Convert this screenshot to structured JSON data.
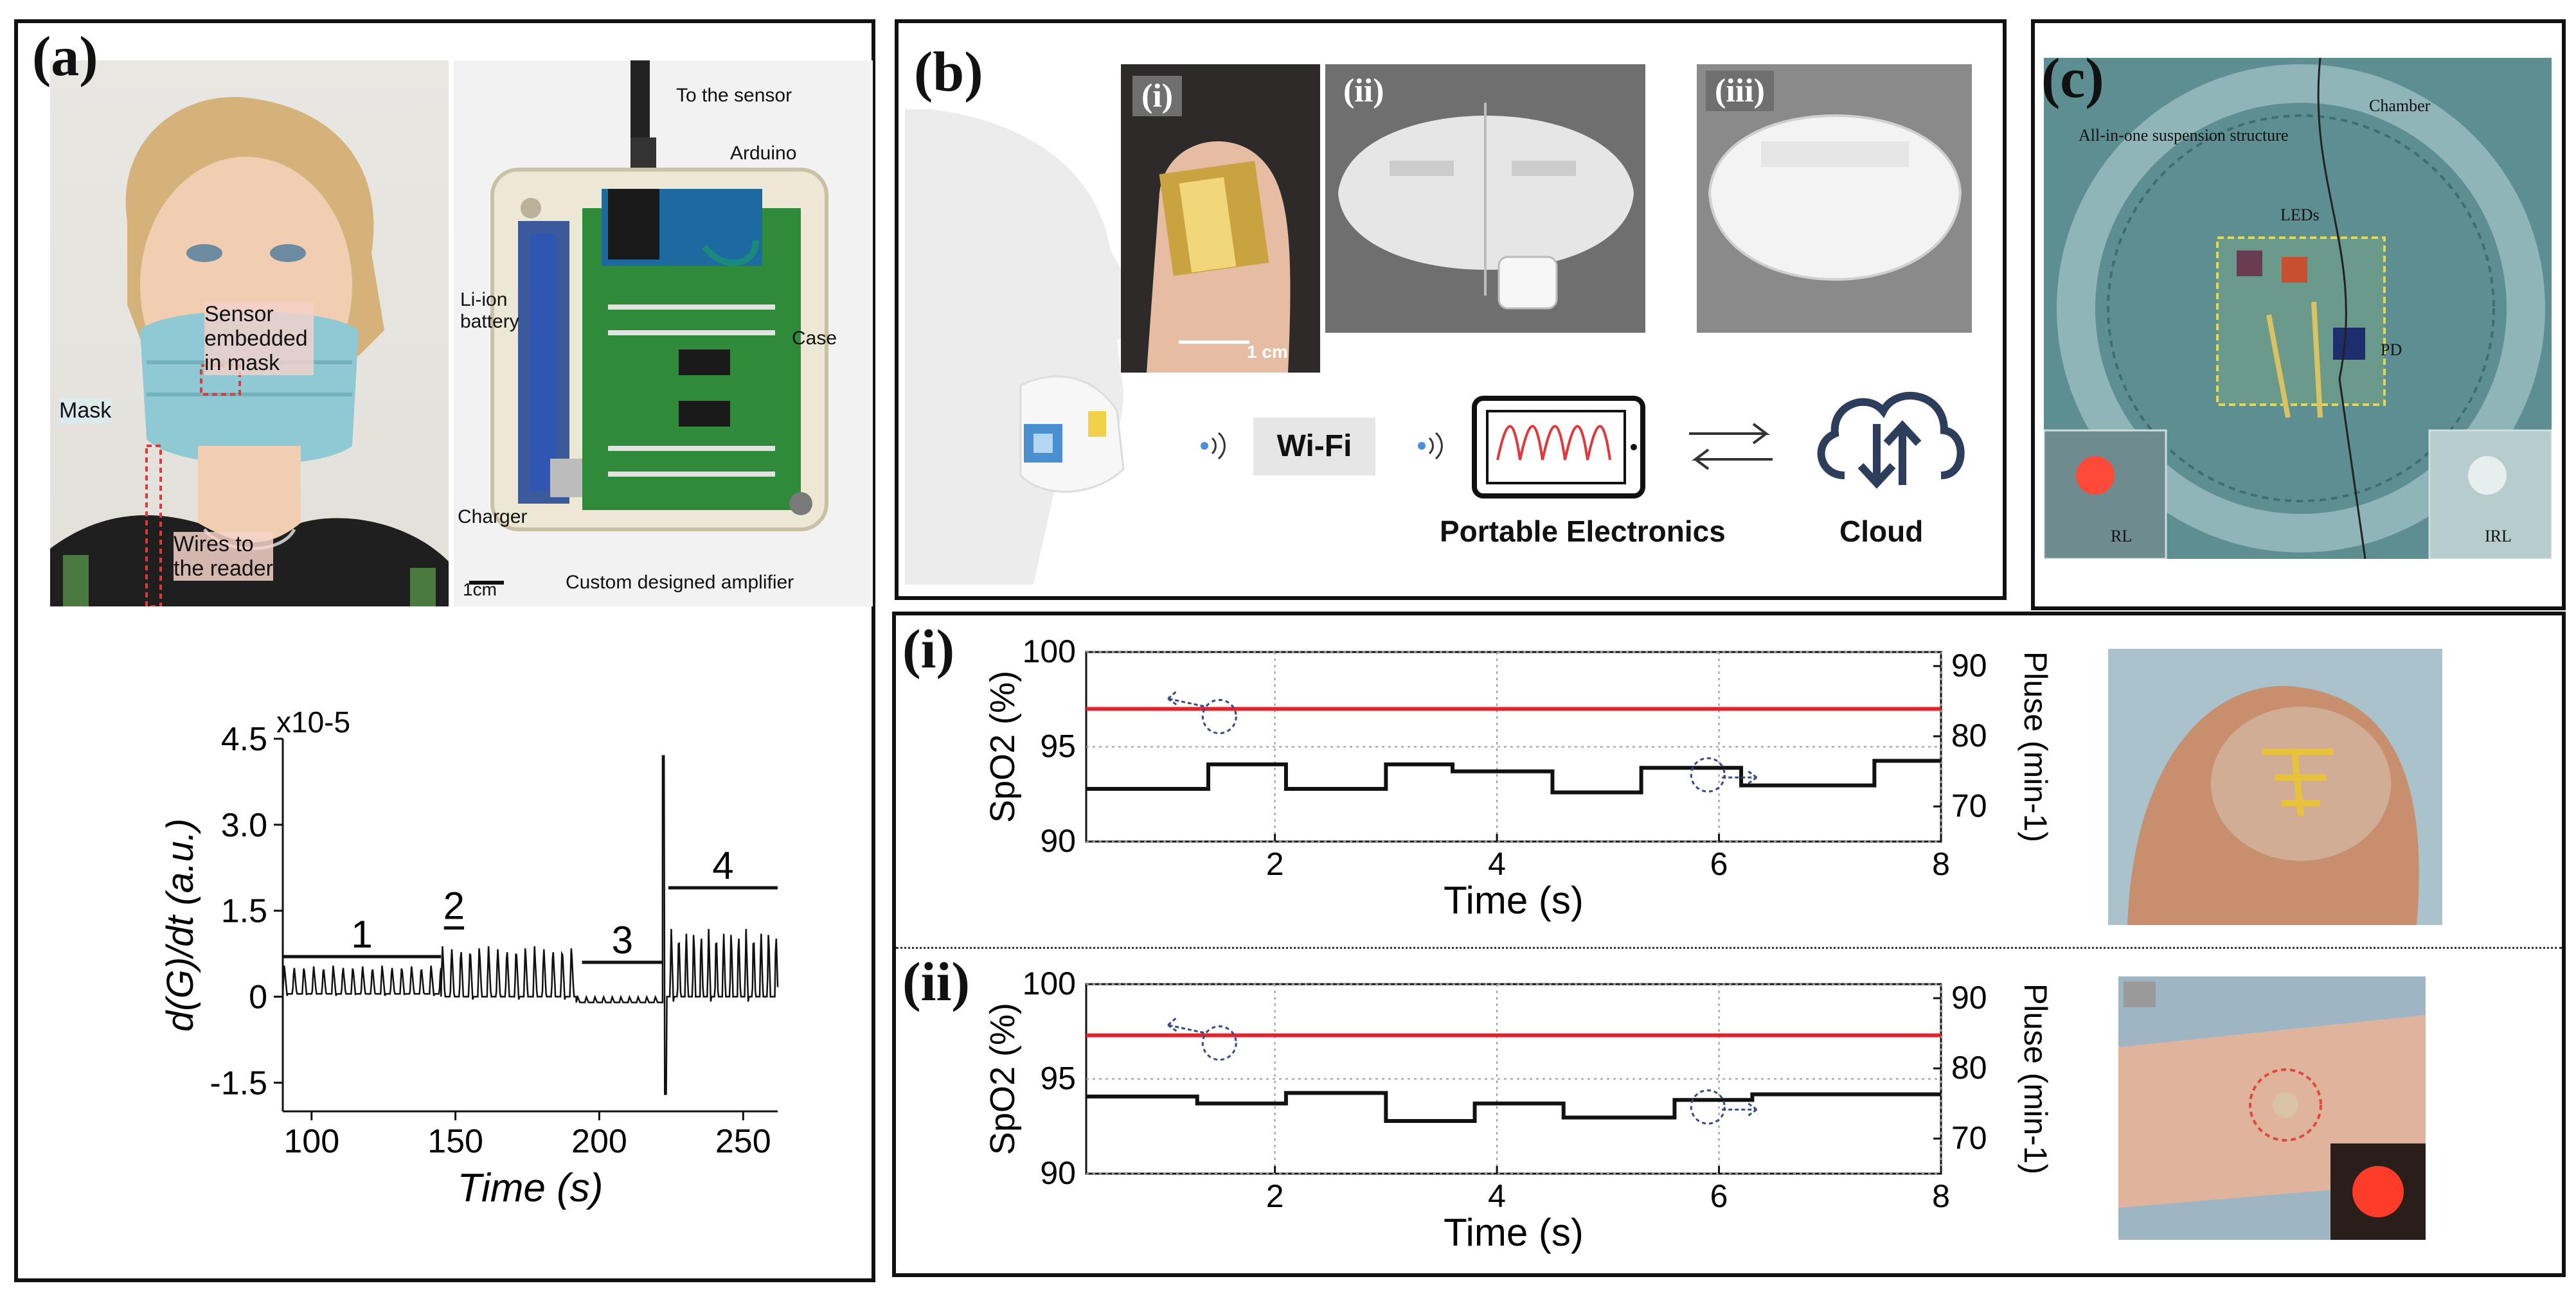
{
  "panel_a": {
    "label": "(a)",
    "photo_annotations": {
      "sensor": "Sensor\nembedded\nin mask",
      "mask": "Mask",
      "wires": "Wires to\nthe reader",
      "to_sensor": "To the sensor",
      "arduino": "Arduino",
      "li_ion": "Li-ion\nbattery",
      "case": "Case",
      "charger": "Charger",
      "scale": "1cm",
      "amplifier": "Custom designed amplifier"
    }
  },
  "panel_b": {
    "label": "(b)",
    "sub_i": "(i)",
    "sub_ii": "(ii)",
    "sub_iii": "(iii)",
    "scale": "1 cm",
    "wifi": "Wi-Fi",
    "portable": "Portable Electronics",
    "cloud": "Cloud"
  },
  "panel_c": {
    "label": "(c)",
    "annotations": {
      "suspension": "All-in-one suspension structure",
      "chamber": "Chamber",
      "leds": "LEDs",
      "pd": "PD",
      "rl": "RL",
      "irl": "IRL"
    }
  },
  "panel_d": {
    "sub_i": "(i)",
    "sub_ii": "(ii)"
  },
  "chart_data": [
    {
      "type": "line",
      "ylabel": "d(G)/dt (a.u.)",
      "xlabel": "Time (s)",
      "y_multiplier": "x10-5",
      "xlim": [
        90,
        262
      ],
      "ylim": [
        -2.0,
        4.5
      ],
      "xticks": [
        "100",
        "150",
        "200",
        "250"
      ],
      "yticks": [
        "-1.5",
        "0",
        "1.5",
        "3.0",
        "4.5"
      ],
      "annotations": [
        "1",
        "2",
        "3",
        "4"
      ],
      "segments": [
        {
          "name": "1",
          "x_range": [
            90,
            145
          ],
          "baseline": 0.05,
          "peak": 0.55,
          "period": 3.4
        },
        {
          "name": "2",
          "x_range": [
            145,
            192
          ],
          "baseline": 0.0,
          "peak": 0.9,
          "period": 3.2
        },
        {
          "name": "3",
          "x_range": [
            192,
            222
          ],
          "baseline": -0.1,
          "peak": 0.0,
          "period": 3.0
        },
        {
          "name": "4",
          "x_range": [
            222,
            262
          ],
          "baseline": 0.0,
          "peak": 1.2,
          "period": 2.6,
          "spike": 4.2,
          "dip": -1.7
        }
      ]
    },
    {
      "type": "line",
      "xlabel": "Time (s)",
      "ylabel": "SpO2 (%)",
      "y2label": "Pluse (min-1)",
      "xlim": [
        0.3,
        8
      ],
      "ylim": [
        90,
        100
      ],
      "y2lim": [
        65,
        92
      ],
      "xticks": [
        "2",
        "4",
        "6",
        "8"
      ],
      "yticks": [
        "90",
        "95",
        "100"
      ],
      "y2ticks": [
        "70",
        "80",
        "90"
      ],
      "series": [
        {
          "name": "SpO2",
          "color": "#e8202a",
          "x": [
            0.3,
            8
          ],
          "y": [
            97,
            97
          ]
        },
        {
          "name": "Pulse",
          "color": "#111111",
          "x": [
            0.3,
            1.4,
            1.4,
            2.1,
            2.1,
            3.0,
            3.0,
            3.6,
            3.6,
            4.5,
            4.5,
            5.3,
            5.3,
            6.2,
            6.2,
            7.4,
            7.4,
            8.0
          ],
          "y": [
            72.5,
            72.5,
            76,
            76,
            72.5,
            72.5,
            76,
            76,
            75,
            75,
            72,
            72,
            75.5,
            75.5,
            73,
            73,
            76.5,
            76.5
          ]
        }
      ]
    },
    {
      "type": "line",
      "xlabel": "Time (s)",
      "ylabel": "SpO2 (%)",
      "y2label": "Pluse (min-1)",
      "xlim": [
        0.3,
        8
      ],
      "ylim": [
        90,
        100
      ],
      "y2lim": [
        65,
        92
      ],
      "xticks": [
        "2",
        "4",
        "6",
        "8"
      ],
      "yticks": [
        "90",
        "95",
        "100"
      ],
      "y2ticks": [
        "70",
        "80",
        "90"
      ],
      "series": [
        {
          "name": "SpO2",
          "color": "#e8202a",
          "x": [
            0.3,
            8
          ],
          "y": [
            97.3,
            97.3
          ]
        },
        {
          "name": "Pulse",
          "color": "#111111",
          "x": [
            0.3,
            1.3,
            1.3,
            2.1,
            2.1,
            3.0,
            3.0,
            3.8,
            3.8,
            4.6,
            4.6,
            5.6,
            5.6,
            6.3,
            6.3,
            8.0
          ],
          "y": [
            76,
            76,
            75,
            75,
            76.5,
            76.5,
            72.5,
            72.5,
            75,
            75,
            73,
            73,
            75.5,
            75.5,
            76.3,
            76.3
          ]
        }
      ]
    }
  ]
}
